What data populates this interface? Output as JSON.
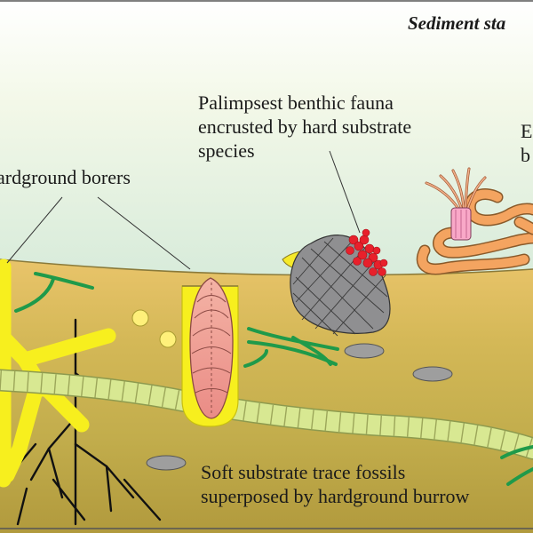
{
  "diagram": {
    "title": "Sediment sta",
    "labels": {
      "hardground_borers": "ardground borers",
      "palimpsest": "Palimpsest benthic fauna\nencrusted by hard substrate\nspecies",
      "encrusters_cut": "E\nb",
      "soft_substrate": "Soft substrate trace fossils\nsuperposed by hardground burrow"
    }
  },
  "colors": {
    "water_top": "#ffffff",
    "water_bottom": "#d5ead9",
    "sediment_top": "#e9c46a",
    "sediment_mid": "#c8b24f",
    "sediment_bottom": "#b19a3d",
    "burrow_yellow": "#f7ef1e",
    "worm_green": "#d4e58f",
    "algae_green": "#1f9a4a",
    "bivalve_pink": "#f0a69a",
    "shell_grey": "#8f8f91",
    "encruster_red": "#e8202b",
    "tube_orange": "#f4a460",
    "anemone_pink": "#f9a8c8",
    "pebble_grey": "#9e9e9e"
  },
  "icons": {
    "bivalve": "bivalve-shell-icon",
    "brachiopod": "brachiopod-shell-icon",
    "anemone": "anemone-icon"
  }
}
